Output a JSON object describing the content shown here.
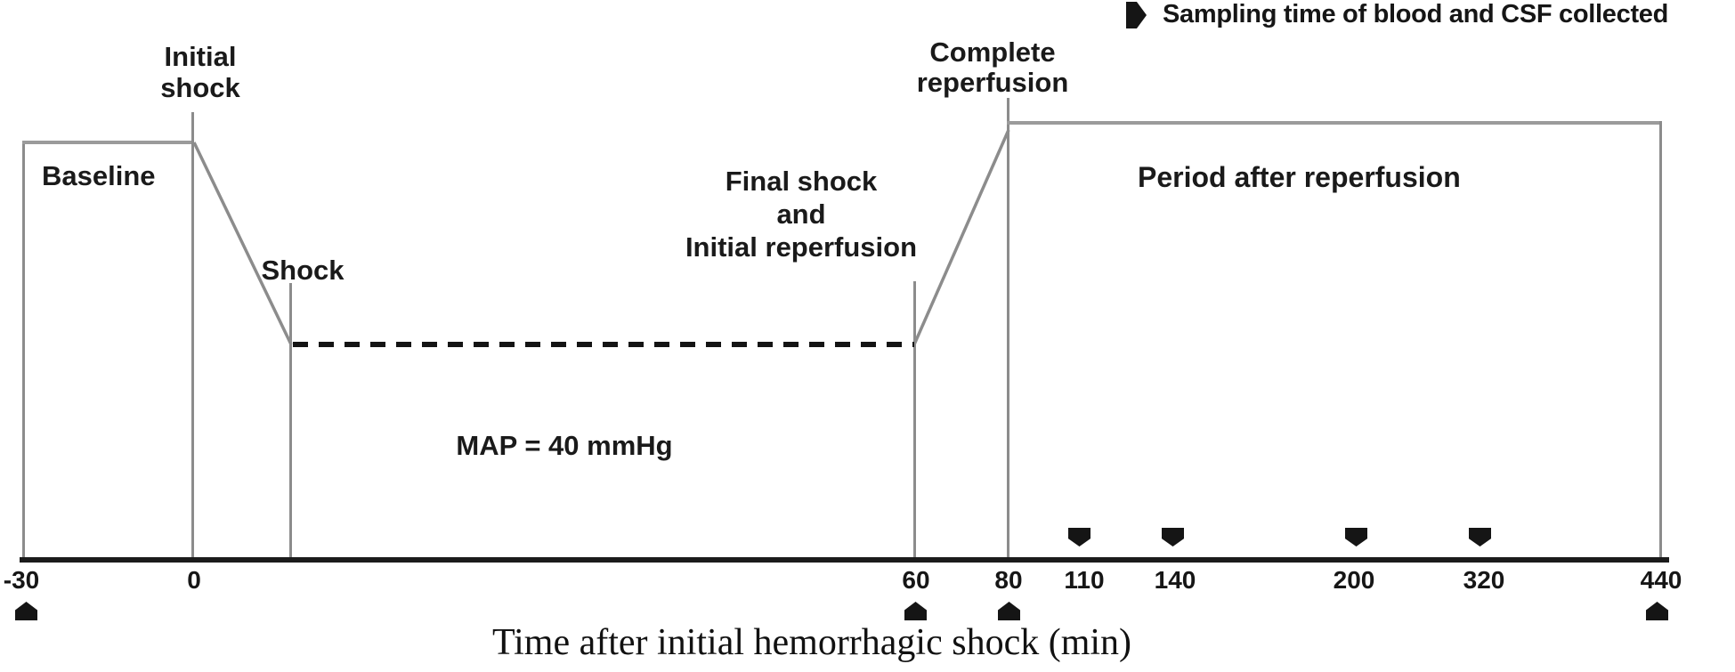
{
  "figure": {
    "legend": {
      "marker": "right-pentagon-marker",
      "label": "Sampling time of blood and CSF collected"
    },
    "phases": {
      "baseline": "Baseline",
      "initial_shock": [
        "Initial",
        "shock"
      ],
      "shock": "Shock",
      "map_level": "MAP = 40 mmHg",
      "final_shock": [
        "Final shock",
        "and",
        "Initial reperfusion"
      ],
      "complete_reperfusion": [
        "Complete",
        "reperfusion"
      ],
      "period_after_reperfusion": "Period after reperfusion"
    },
    "axis": {
      "title": "Time after initial hemorrhagic shock (min)",
      "ticks": [
        "-30",
        "0",
        "60",
        "80",
        "110",
        "140",
        "200",
        "320",
        "440"
      ]
    },
    "sampling": {
      "below_axis_times": [
        "-30",
        "60",
        "80",
        "440"
      ],
      "above_axis_times": [
        "110",
        "140",
        "200",
        "320"
      ]
    },
    "colors": {
      "line_gray": "#8c8c8c",
      "axis_black": "#1b1b1b",
      "marker_black": "#151515",
      "text_black": "#1a1a1a"
    }
  }
}
